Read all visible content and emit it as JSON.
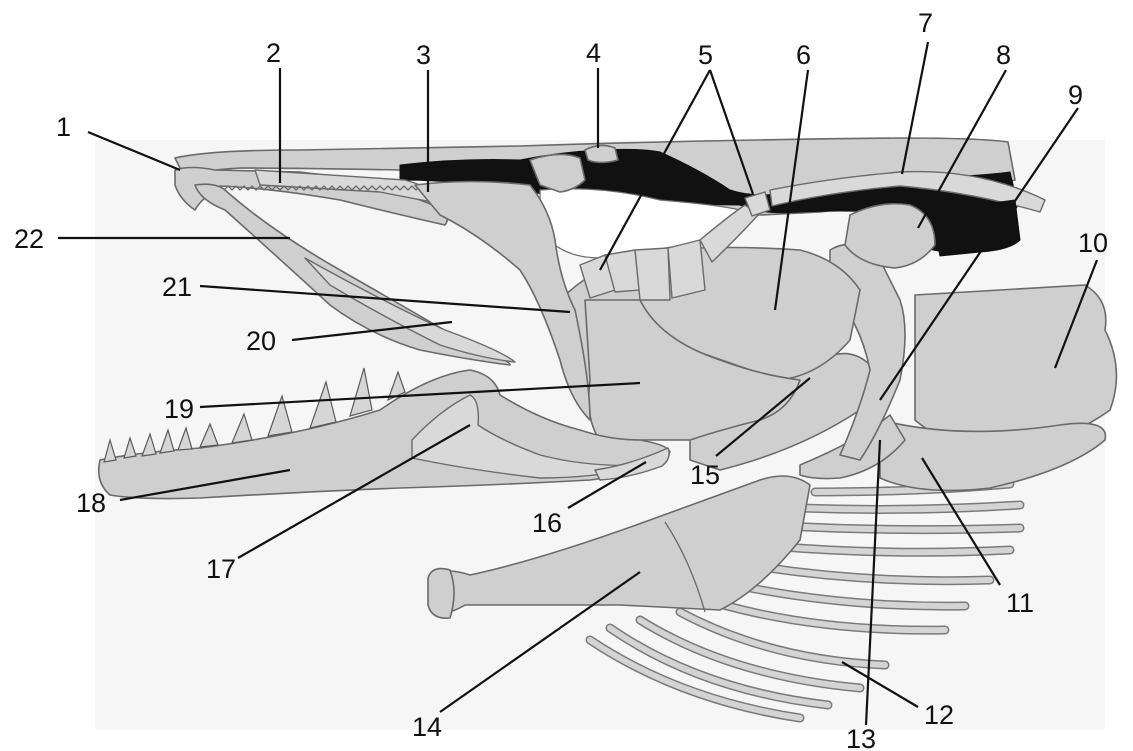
{
  "labels": [
    "1",
    "2",
    "3",
    "4",
    "5",
    "6",
    "7",
    "8",
    "9",
    "10",
    "11",
    "12",
    "13",
    "14",
    "15",
    "16",
    "17",
    "18",
    "19",
    "20",
    "21",
    "22"
  ],
  "colors": {
    "bone": "#cfcfcf",
    "outline": "#6a6a6a",
    "cavity": "#111111",
    "background": "#ffffff"
  }
}
